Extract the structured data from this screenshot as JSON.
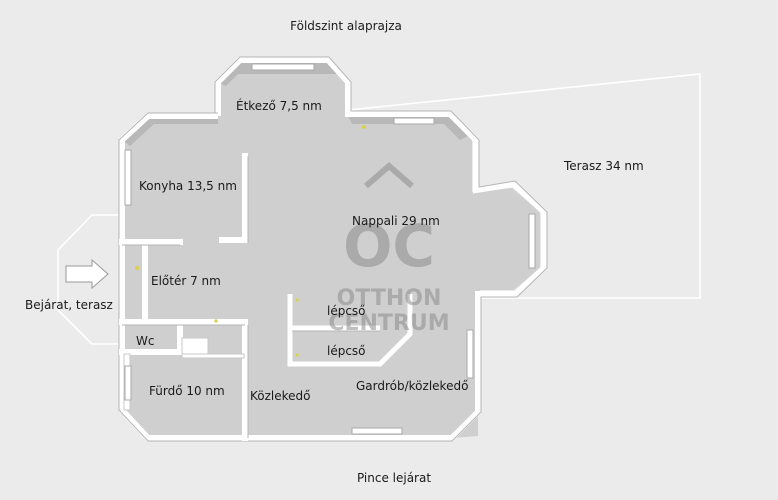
{
  "title": "Földszint alaprajza",
  "rooms": {
    "etkezo": "Étkező 7,5 nm",
    "konyha": "Konyha 13,5 nm",
    "nappali": "Nappali 29 nm",
    "terasz": "Terasz 34 nm",
    "eloter": "Előtér 7 nm",
    "bejarat": "Bejárat, terasz",
    "lepcso1": "lépcső",
    "lepcso2": "lépcső",
    "wc": "Wc",
    "furdo": "Fürdő 10 nm",
    "kozlekedo": "Közlekedő",
    "gardrob": "Gardrób/közlekedő",
    "pince": "Pince lejárat"
  },
  "watermark": {
    "initials": "OC",
    "line1": "OTTHON",
    "line2": "CENTRUM"
  },
  "colors": {
    "background": "#ebebeb",
    "floor": "#cfcfcf",
    "wall": "#ffffff",
    "watermark": "#8d8d8d"
  }
}
